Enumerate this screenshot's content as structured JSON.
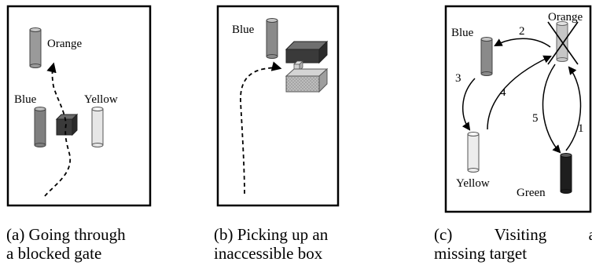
{
  "panel_a": {
    "labels": {
      "orange": "Orange",
      "blue": "Blue",
      "yellow": "Yellow"
    },
    "caption_line1": "(a) Going through",
    "caption_line2": "a blocked gate"
  },
  "panel_b": {
    "labels": {
      "blue": "Blue"
    },
    "caption_line1": "(b) Picking up an",
    "caption_line2": "inaccessible box"
  },
  "panel_c": {
    "labels": {
      "orange": "Orange",
      "blue": "Blue",
      "yellow": "Yellow",
      "green": "Green"
    },
    "steps": {
      "s1": "1",
      "s2": "2",
      "s3": "3",
      "s4": "4",
      "s5": "5"
    },
    "caption_line1_a": "(c)",
    "caption_line1_b": "Visiting",
    "caption_line1_c": "a",
    "caption_line2": "missing target"
  }
}
